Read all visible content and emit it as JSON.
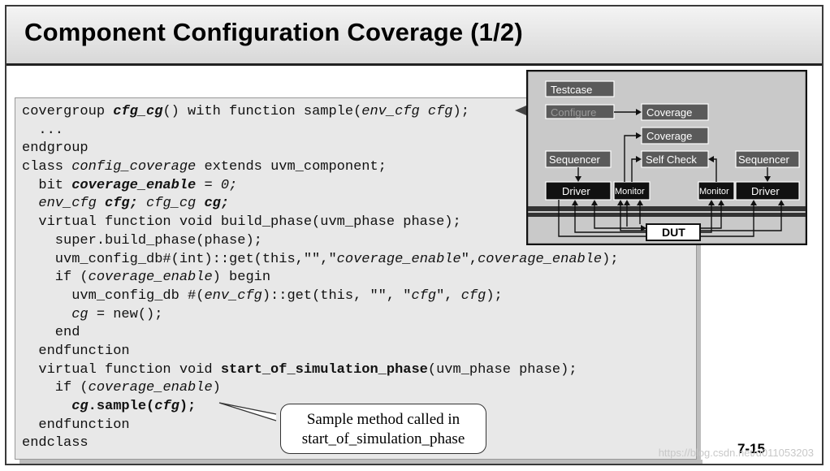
{
  "slide": {
    "title": "Component Configuration Coverage (1/2)",
    "page_number": "7-15",
    "watermark": "https://blog.csdn.net/u011053203"
  },
  "code_lines": [
    [
      {
        "t": "covergroup "
      },
      {
        "t": "cfg_cg",
        "s": "bi"
      },
      {
        "t": "() with function sample("
      },
      {
        "t": "env_cfg cfg",
        "s": "i"
      },
      {
        "t": ");"
      }
    ],
    [
      {
        "t": "  ..."
      }
    ],
    [
      {
        "t": "endgroup"
      }
    ],
    [
      {
        "t": "class "
      },
      {
        "t": "config_coverage",
        "s": "i"
      },
      {
        "t": " extends uvm_component;"
      }
    ],
    [
      {
        "t": "  bit "
      },
      {
        "t": "coverage_enable",
        "s": "bi"
      },
      {
        "t": " = "
      },
      {
        "t": "0;",
        "s": "i"
      }
    ],
    [
      {
        "t": "  "
      },
      {
        "t": "env_cfg ",
        "s": "i"
      },
      {
        "t": "cfg;",
        "s": "bi"
      },
      {
        "t": " cfg_cg ",
        "s": "i"
      },
      {
        "t": "cg;",
        "s": "bi"
      }
    ],
    [
      {
        "t": "  virtual function void build_phase(uvm_phase phase);"
      }
    ],
    [
      {
        "t": "    super.build_phase(phase);"
      }
    ],
    [
      {
        "t": "    uvm_config_db#(int)::get(this,\"\",\""
      },
      {
        "t": "coverage_enable",
        "s": "i"
      },
      {
        "t": "\","
      },
      {
        "t": "coverage_enable",
        "s": "i"
      },
      {
        "t": ");"
      }
    ],
    [
      {
        "t": "    if ("
      },
      {
        "t": "coverage_enable",
        "s": "i"
      },
      {
        "t": ") begin"
      }
    ],
    [
      {
        "t": "      uvm_config_db #("
      },
      {
        "t": "env_cfg",
        "s": "i"
      },
      {
        "t": ")::get(this, \"\", \""
      },
      {
        "t": "cfg",
        "s": "i"
      },
      {
        "t": "\", "
      },
      {
        "t": "cfg",
        "s": "i"
      },
      {
        "t": ");"
      }
    ],
    [
      {
        "t": "      "
      },
      {
        "t": "cg",
        "s": "i"
      },
      {
        "t": " = new();"
      }
    ],
    [
      {
        "t": "    end"
      }
    ],
    [
      {
        "t": "  endfunction"
      }
    ],
    [
      {
        "t": "  virtual function void "
      },
      {
        "t": "start_of_simulation_phase",
        "s": "b"
      },
      {
        "t": "(uvm_phase phase);"
      }
    ],
    [
      {
        "t": "    if ("
      },
      {
        "t": "coverage_enable",
        "s": "i"
      },
      {
        "t": ")"
      }
    ],
    [
      {
        "t": "      "
      },
      {
        "t": "cg",
        "s": "bi"
      },
      {
        "t": ".sample(",
        "s": "b"
      },
      {
        "t": "cfg",
        "s": "bi"
      },
      {
        "t": ");",
        "s": "b"
      }
    ],
    [
      {
        "t": "  endfunction"
      }
    ],
    [
      {
        "t": "endclass"
      }
    ]
  ],
  "callout": {
    "line1": "Sample method called in",
    "line2": "start_of_simulation_phase"
  },
  "diagram": {
    "testcase": "Testcase",
    "configure": "Configure",
    "coverage1": "Coverage",
    "coverage2": "Coverage",
    "sequencer_left": "Sequencer",
    "self_check": "Self Check",
    "sequencer_right": "Sequencer",
    "driver_left": "Driver",
    "monitor_left": "Monitor",
    "monitor_right": "Monitor",
    "driver_right": "Driver",
    "dut": "DUT"
  },
  "colors": {
    "code_bg": "#e8e8e8",
    "diagram_bg": "#c8c8c8",
    "label_bg": "#5a5a5a",
    "driver_bg": "#111111"
  }
}
